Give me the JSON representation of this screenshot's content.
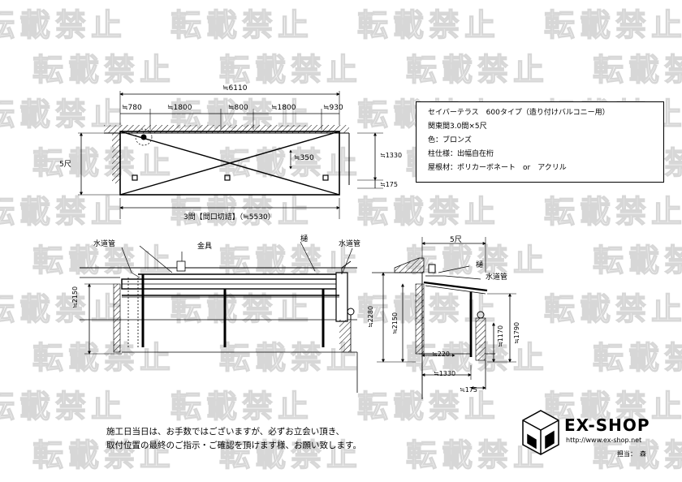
{
  "watermark": "転載禁止",
  "spec_box": {
    "title": "セイバーテラス　600タイプ（造り付けバルコニー用）",
    "size": "関東間3.0間×5尺",
    "color": "色：ブロンズ",
    "post": "柱仕様：出幅自在桁",
    "roof": "屋根材：ポリカーボネート　or　アクリル"
  },
  "plan_view": {
    "total_width": "≒6110",
    "segments": [
      "≒780",
      "≒1800",
      "≒800",
      "≒1800",
      "≒930"
    ],
    "depth_label": "5尺",
    "inner_offset": "≒350",
    "right_dim": "≒1330",
    "right_small": "≒175",
    "frontage": "3間【間口切詰】（≒5530）"
  },
  "front_view": {
    "water_pipe_left": "水道管",
    "bracket": "金具",
    "gutter": "樋",
    "water_pipe_right": "水道管",
    "height": "≒2150"
  },
  "side_view": {
    "depth_label": "5尺",
    "gutter": "樋",
    "water_pipe": "水道管",
    "h_total": "≒2280",
    "h_roof": "≒2150",
    "h_wall": "≒1170",
    "h_right": "≒1790",
    "bottom_220": "≒220",
    "bottom_1330": "≒1330",
    "bottom_175": "≒175"
  },
  "note_lines": [
    "施工日当日は、お手数ではございますが、必ずお立会い頂き、",
    "取付位置の最終のご指示・ご確認を頂けます様、お願い致します。"
  ],
  "logo": {
    "name": "EX-SHOP",
    "url": "http://www.ex-shop.net",
    "staff": "担当：　森"
  }
}
